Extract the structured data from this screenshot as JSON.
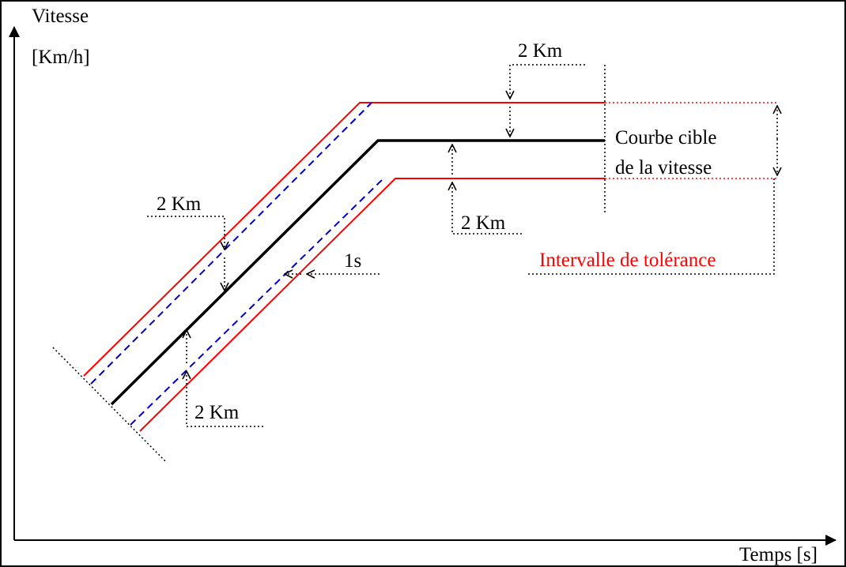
{
  "labels": {
    "y_axis_line1": "Vitesse",
    "y_axis_line2": "[Km/h]",
    "x_axis": "Temps [s]",
    "target_line1": "Courbe cible",
    "target_line2": "de la vitesse",
    "tolerance": "Intervalle de tolérance",
    "dim_top": "2 Km",
    "dim_left": "2 Km",
    "dim_mid": "2 Km",
    "dim_bottom": "2 Km",
    "dim_time": "1s"
  },
  "colors": {
    "target": "#000000",
    "tolerance": "#ff0000",
    "time_offset": "#0000cc",
    "dimension": "#000000",
    "tolerance_text": "#ff0000"
  }
}
